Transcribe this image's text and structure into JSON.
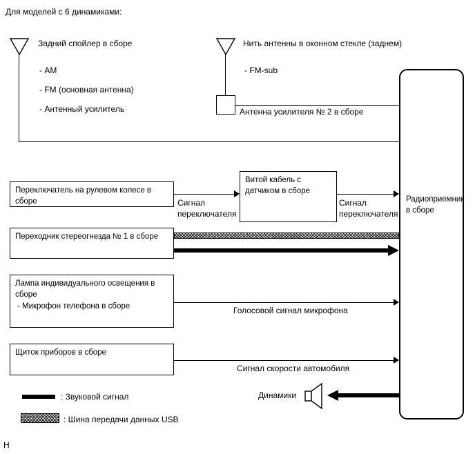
{
  "title": "Для моделей с 6 динамиками:",
  "antennas": {
    "rear_spoiler": {
      "label": "Задний спойлер в сборе",
      "items": [
        "- АМ",
        "- FM (основная антенна)",
        "- Антенный усилитель"
      ]
    },
    "window": {
      "label": "Нить антенны в оконном стекле (заднем)",
      "item": "- FM-sub",
      "amp_label": "Антенна усилителя № 2 в сборе"
    }
  },
  "radio_label": "Радиоприемник в сборе",
  "boxes": {
    "steering": "Переключатель на рулевом колесе в сборе",
    "spiral": "Витой кабель с датчиком в сборе",
    "stereo": "Переходник стереогнезда № 1 в сборе",
    "lamp": "Лампа индивидуального освещения в сборе",
    "lamp_sub": "- Микрофон телефона в сборе",
    "panel": "Щиток приборов в сборе"
  },
  "signals": {
    "switch1": "Сигнал переключателя",
    "switch2": "Сигнал переключателя",
    "voice": "Голосовой сигнал микрофона",
    "speed": "Сигнал скорости автомобиля"
  },
  "speakers_label": "Динамики",
  "legend": {
    "audio": ": Звуковой сигнал",
    "usb": ": Шина передачи данных USB"
  },
  "footer": "Н",
  "colors": {
    "line": "#000000",
    "bg": "#ffffff"
  }
}
